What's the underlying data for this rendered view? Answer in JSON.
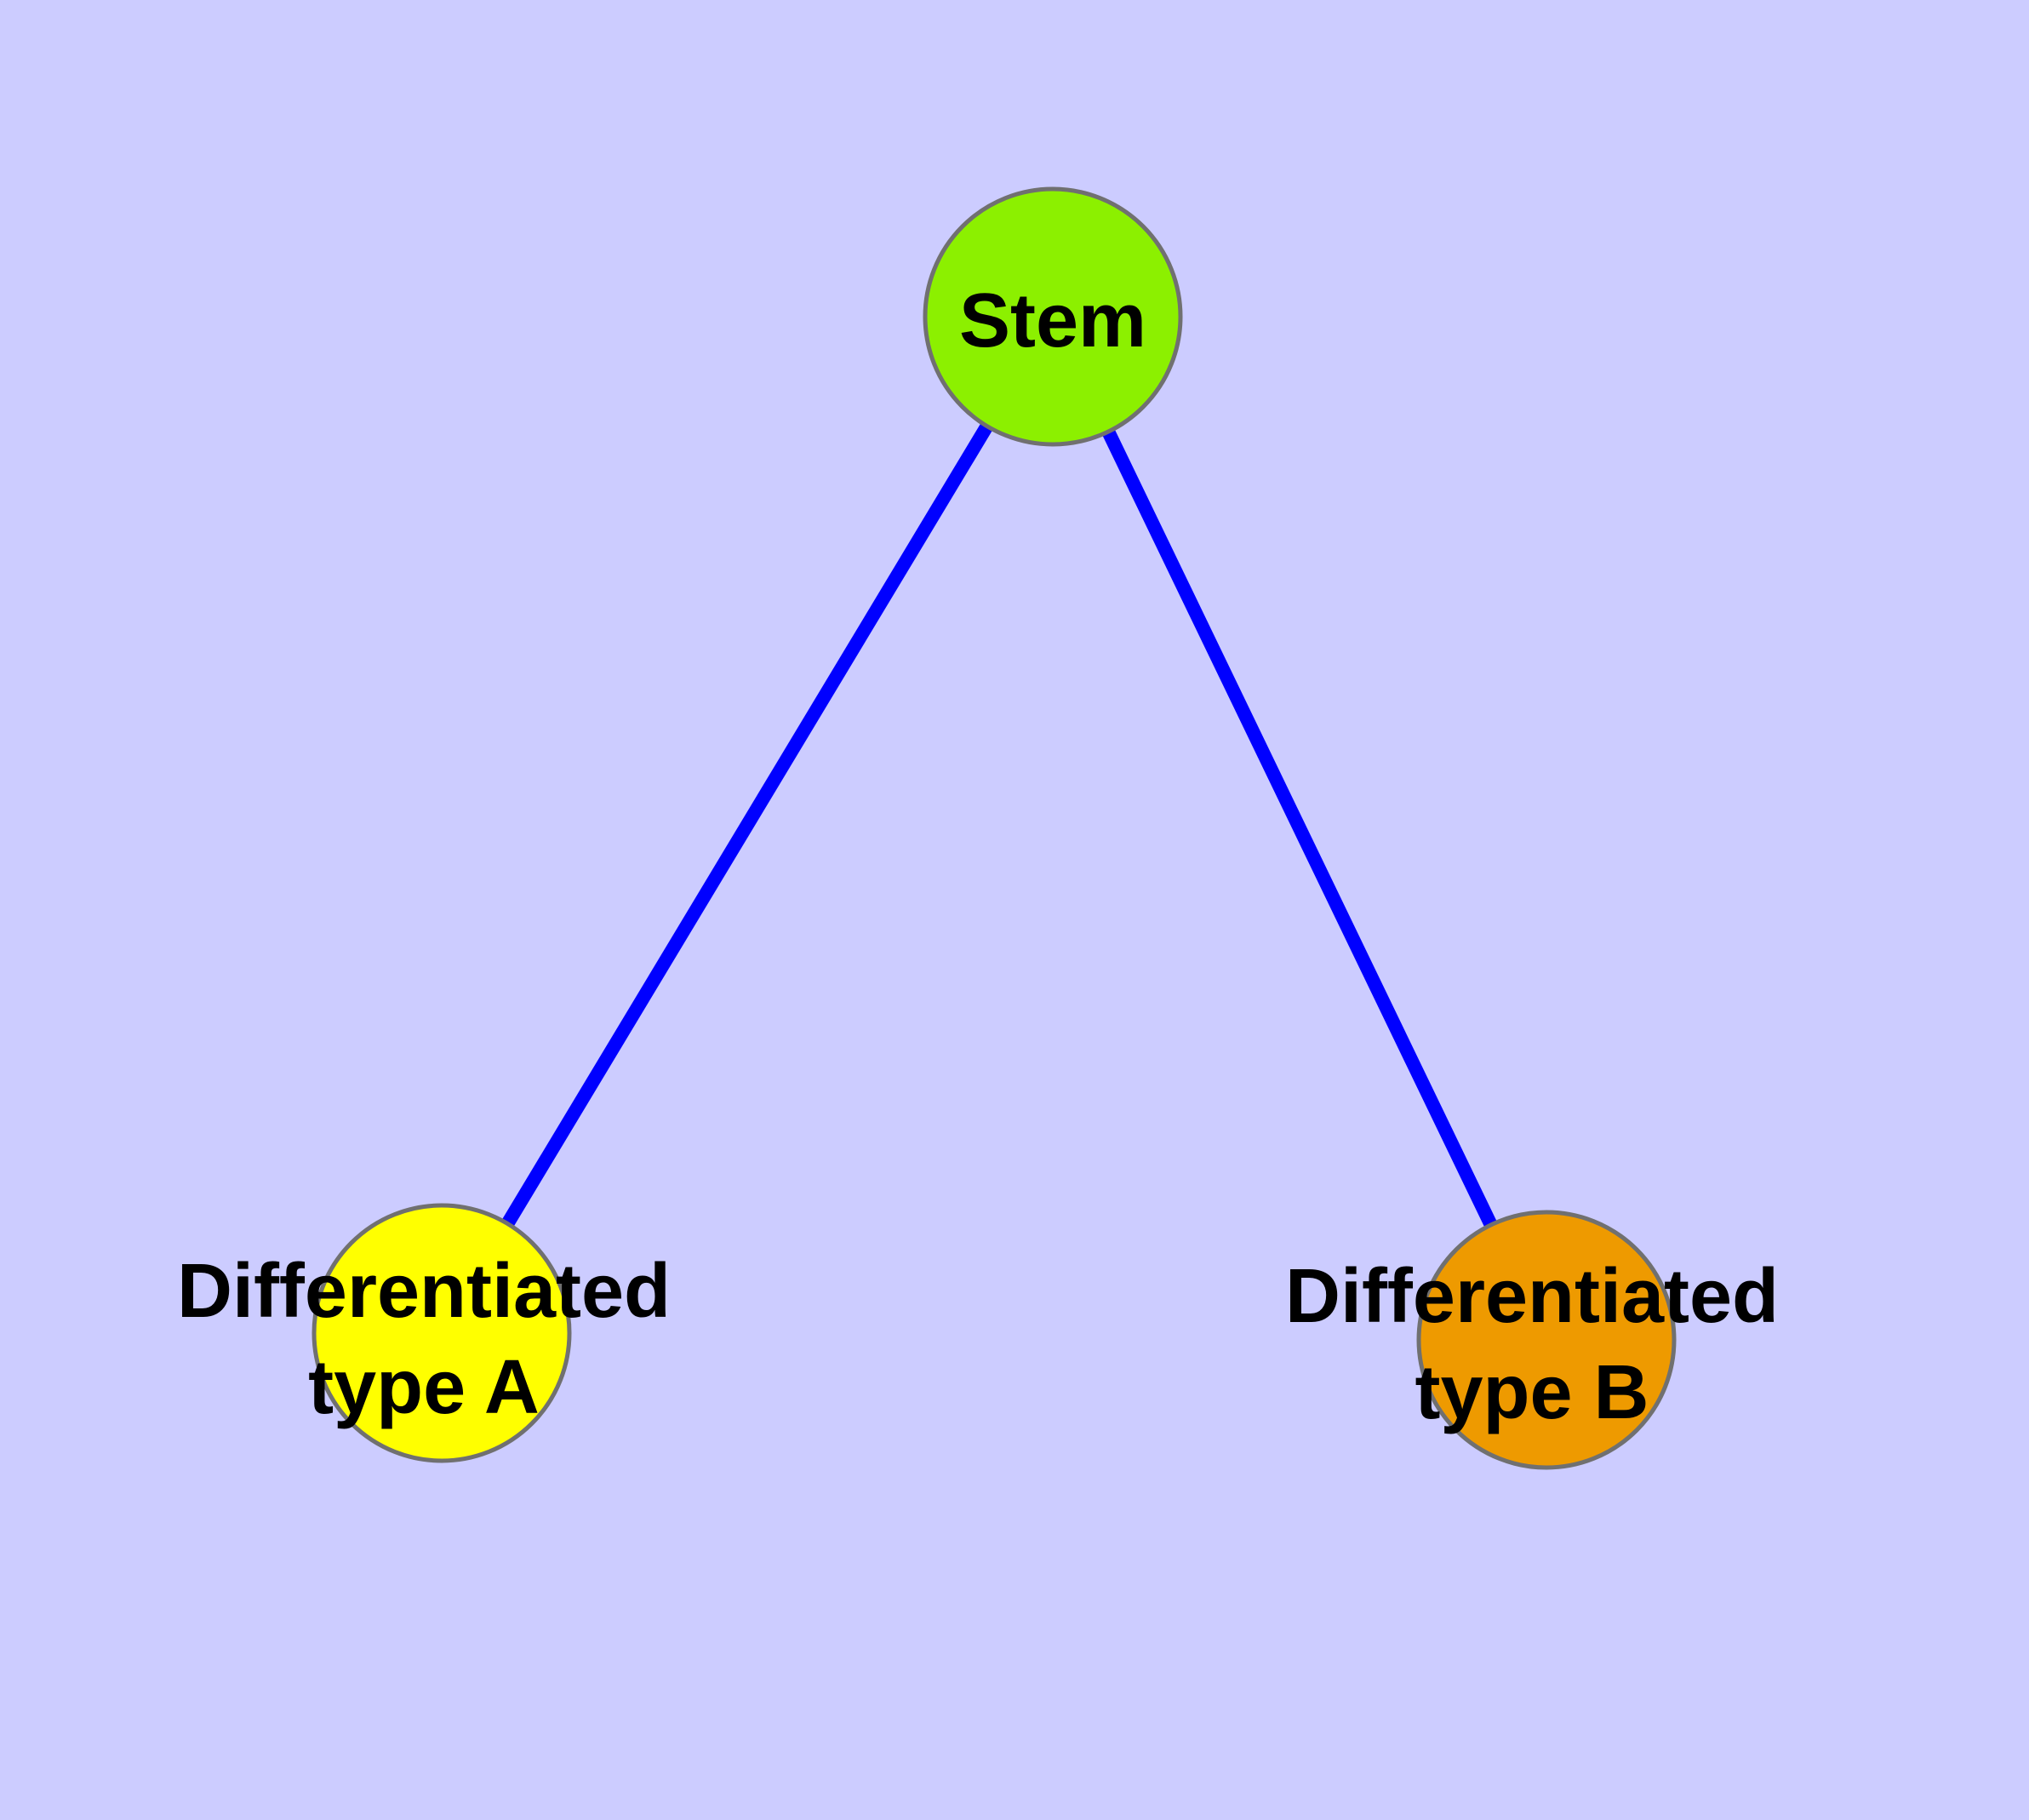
{
  "diagram": {
    "type": "graph",
    "description": "Stem cell differentiation graph: one stem node connected to two differentiated cell type nodes",
    "colors": {
      "background": "#CCCCFF",
      "edge": "#0000FF",
      "node_border": "#707070",
      "label_text": "#000000",
      "stem_fill": "#8CF000",
      "type_a_fill": "#FFFF00",
      "type_b_fill": "#EE9A00"
    },
    "nodes": {
      "stem": {
        "label": "Stem",
        "fill": "#8CF000"
      },
      "type_a": {
        "label": "Differentiated type A",
        "line1": "Differentiated",
        "line2": "type A",
        "fill": "#FFFF00"
      },
      "type_b": {
        "label": "Differentiated type B",
        "line1": "Differentiated",
        "line2": "type B",
        "fill": "#EE9A00"
      }
    },
    "edges": [
      {
        "from": "Stem",
        "to": "Differentiated type A"
      },
      {
        "from": "Stem",
        "to": "Differentiated type B"
      }
    ]
  }
}
